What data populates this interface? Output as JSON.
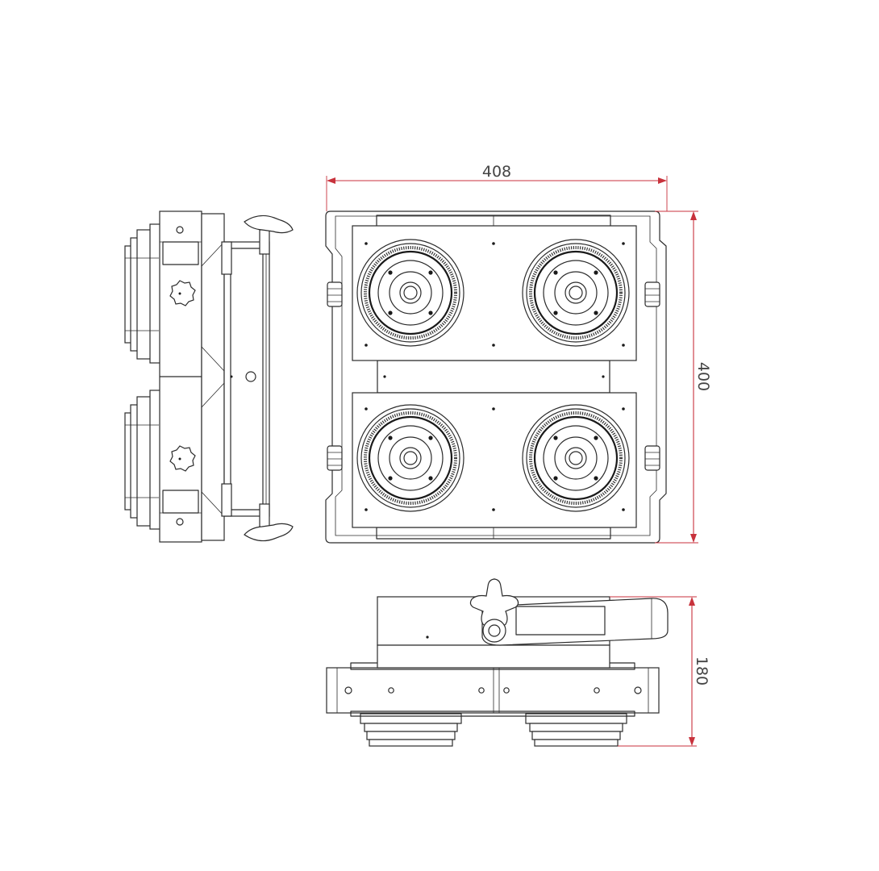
{
  "dimensions": {
    "width": "408",
    "height": "400",
    "depth": "180"
  },
  "colors": {
    "outline": "#2b2b2b",
    "dimension_line": "#c8323c",
    "dimension_text": "#444444",
    "background": "#ffffff"
  }
}
